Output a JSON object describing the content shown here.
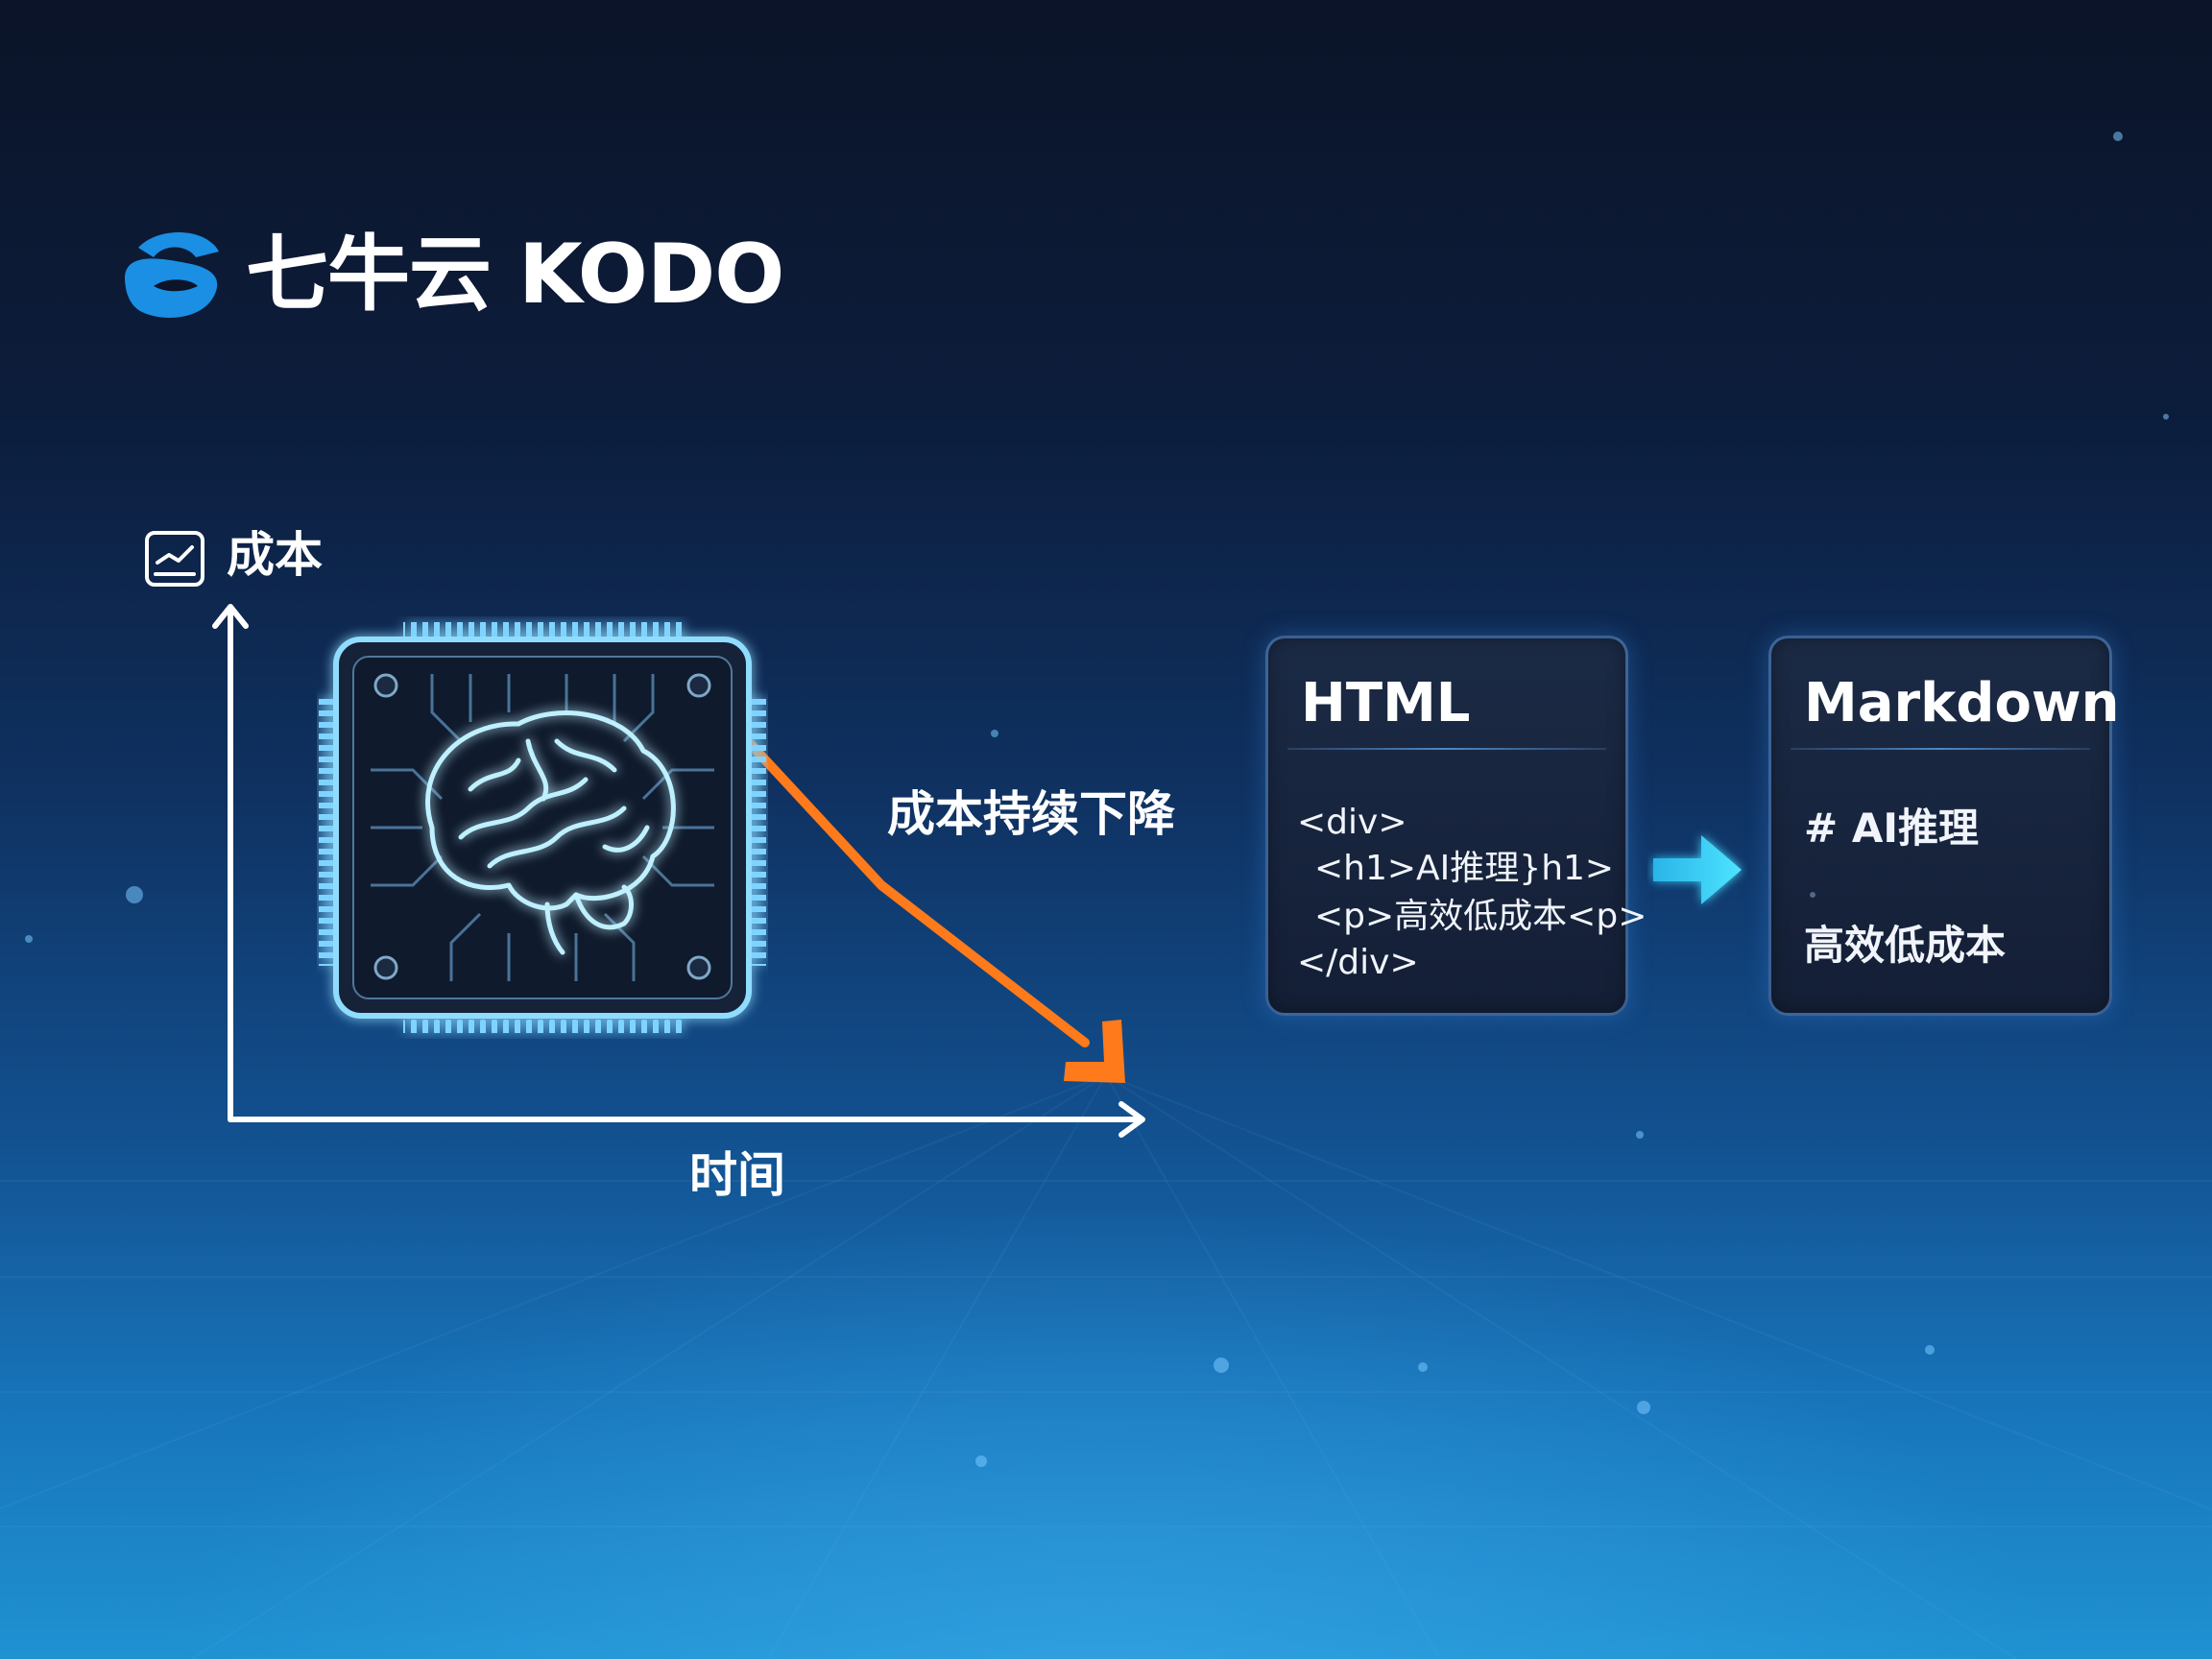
{
  "brand": {
    "logo_icon": "qiniu-logo-icon",
    "name": "七牛云 KODO",
    "accent": "#1a8fe3"
  },
  "chart": {
    "y_axis_icon": "chart-icon",
    "y_axis_label": "成本",
    "x_axis_label": "时间",
    "trend_label": "成本持续下降",
    "trend_color": "#ff7a1a",
    "center_graphic": "ai-brain-chip-icon"
  },
  "conversion": {
    "source": {
      "title": "HTML",
      "lines": [
        "<div>",
        "<h1>AI推理}h1>",
        "<p>高效低成本<p>",
        "</div>"
      ]
    },
    "arrow_icon": "arrow-right-icon",
    "target": {
      "title": "Markdown",
      "lines": [
        "# AI推理",
        "高效低成本"
      ]
    }
  }
}
